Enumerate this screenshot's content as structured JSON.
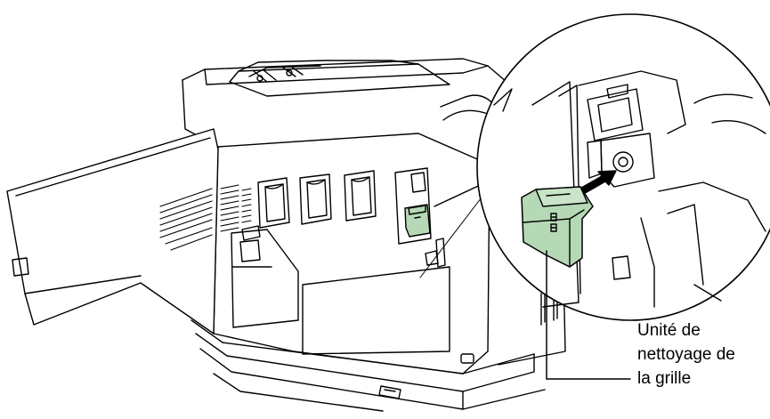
{
  "callout": {
    "lines": [
      "Unité de",
      "nettoyage de",
      "la grille"
    ]
  },
  "colors": {
    "part_fill": "#b5d8b5",
    "line": "#000000",
    "background": "#ffffff"
  },
  "icons": {
    "arrow": "insert-direction-arrow",
    "part": "grid-cleaning-unit"
  }
}
